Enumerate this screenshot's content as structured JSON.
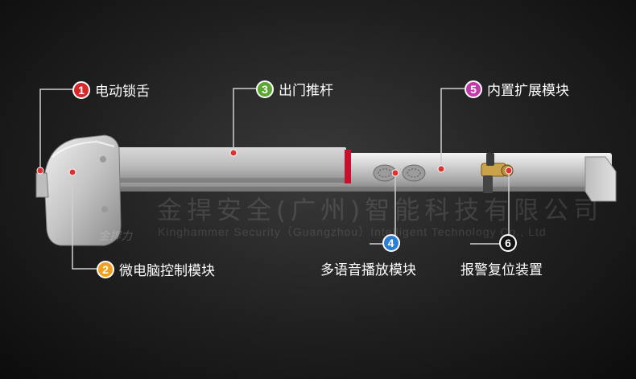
{
  "callouts": [
    {
      "num": "1",
      "text": "电动锁舌",
      "color": "#d9262a"
    },
    {
      "num": "2",
      "text": "微电脑控制模块",
      "color": "#f0a020"
    },
    {
      "num": "3",
      "text": "出门推杆",
      "color": "#5aa832"
    },
    {
      "num": "4",
      "text": "多语音播放模块",
      "color": "#2a7fd4"
    },
    {
      "num": "5",
      "text": "内置扩展模块",
      "color": "#c23aa8"
    },
    {
      "num": "6",
      "text": "报警复位装置",
      "color": "#111111"
    }
  ],
  "watermark": {
    "cn": "金捍安全(广州)智能科技有限公司",
    "en": "Kinghammer Security（Guangzhou）Intelligent Technology Co., Ltd",
    "brand": "金捍力"
  },
  "colors": {
    "line": "#cfcfcf",
    "dot": "#e03030",
    "metal_light": "#e8e8e8",
    "metal_dark": "#8a8a8a",
    "red_accent": "#c8102e"
  }
}
